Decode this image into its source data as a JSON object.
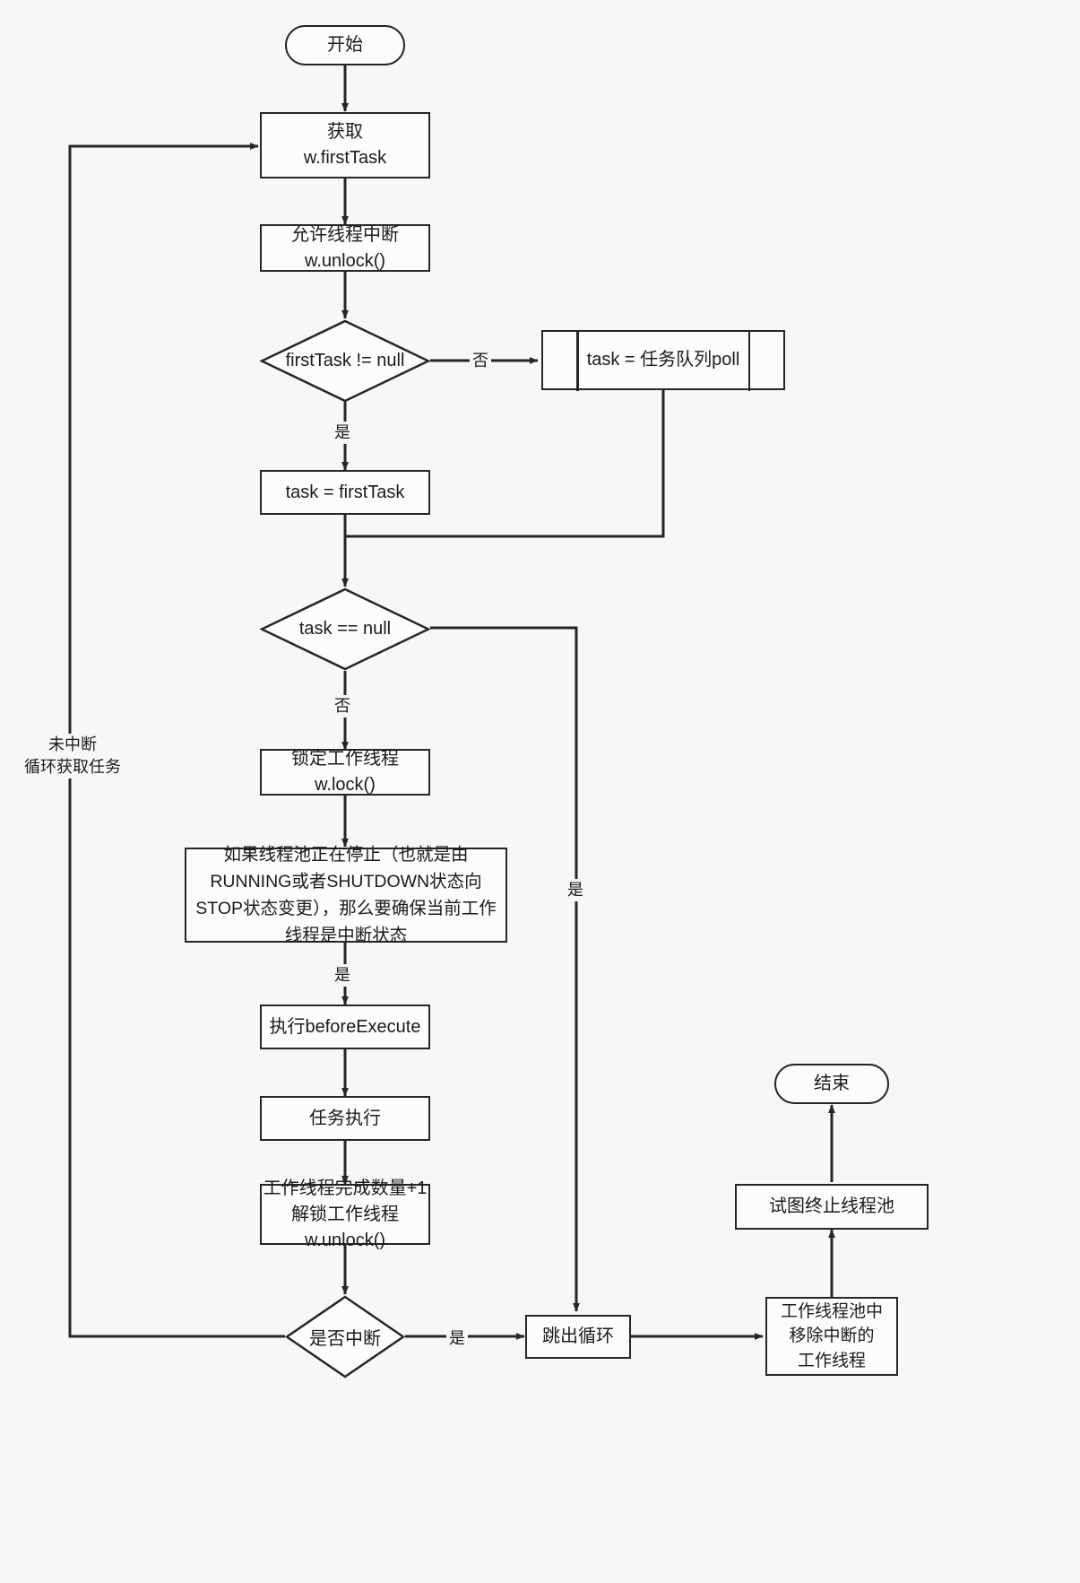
{
  "diagram": {
    "title": "线程池工作线程 runWorker 流程图",
    "background_color": "#f7f7f7",
    "line_color": "#262626",
    "node_fill": "#fcfcfc",
    "text_color": "#1b1b1b"
  },
  "nodes": {
    "start": {
      "label": "开始",
      "shape": "terminator"
    },
    "get_first_task": {
      "label": "获取\nw.firstTask",
      "shape": "process"
    },
    "allow_interrupt": {
      "label": "允许线程中断\nw.unlock()",
      "shape": "process"
    },
    "first_task_not_null": {
      "label": "firstTask != null",
      "shape": "decision"
    },
    "task_from_queue": {
      "label": "task = 任务队列poll",
      "shape": "predefined-process"
    },
    "task_eq_first_task": {
      "label": "task = firstTask",
      "shape": "process"
    },
    "task_is_null": {
      "label": "task == null",
      "shape": "decision"
    },
    "lock_worker": {
      "label": "锁定工作线程\nw.lock()",
      "shape": "process"
    },
    "ensure_interrupt": {
      "label": "如果线程池正在停止（也就是由RUNNING或者SHUTDOWN状态向STOP状态变更），那么要确保当前工作线程是中断状态",
      "shape": "process"
    },
    "before_execute": {
      "label": "执行beforeExecute",
      "shape": "process"
    },
    "run_task": {
      "label": "任务执行",
      "shape": "process"
    },
    "complete_unlock": {
      "label": "工作线程完成数量+1\n解锁工作线程\nw.unlock()",
      "shape": "process"
    },
    "is_interrupted": {
      "label": "是否中断",
      "shape": "decision"
    },
    "break_loop": {
      "label": "跳出循环",
      "shape": "process"
    },
    "remove_worker": {
      "label": "工作线程池中\n移除中断的\n工作线程",
      "shape": "process"
    },
    "try_terminate": {
      "label": "试图终止线程池",
      "shape": "process"
    },
    "end": {
      "label": "结束",
      "shape": "terminator"
    }
  },
  "edge_labels": {
    "first_task_no": "否",
    "first_task_yes": "是",
    "task_null_yes": "是",
    "task_null_no": "否",
    "ensure_yes": "是",
    "interrupted_yes": "是",
    "loop_back": "未中断\n循环获取任务"
  }
}
